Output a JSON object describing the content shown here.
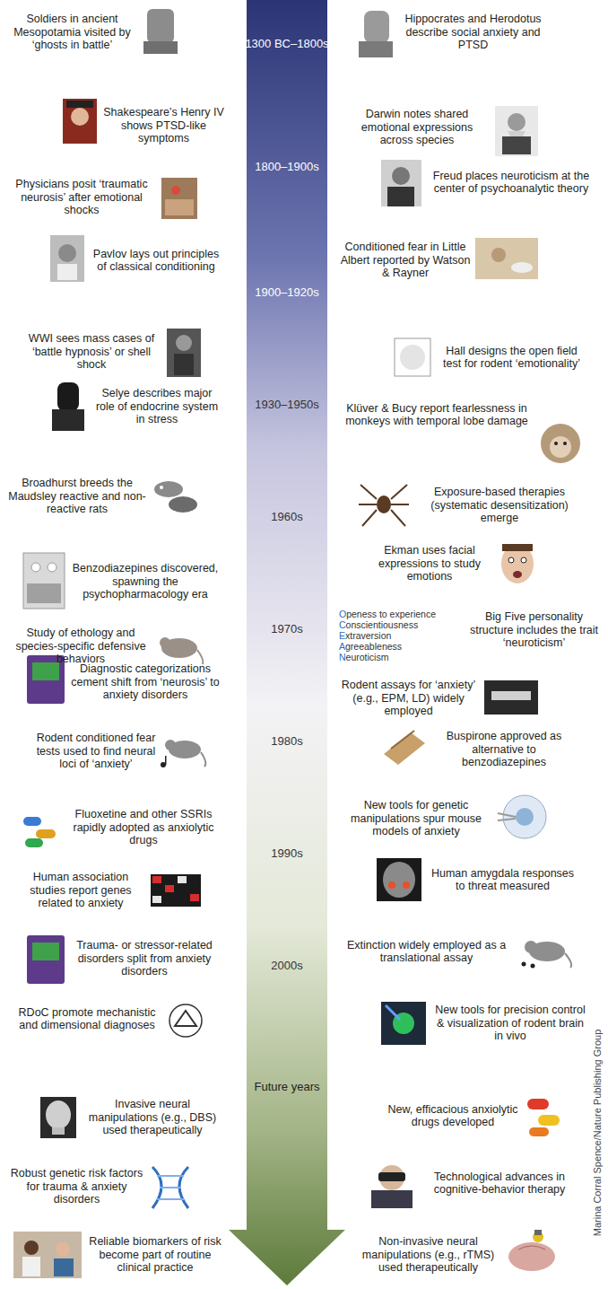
{
  "diagram": {
    "nodes": [
      {
        "text": [
          "1300 BC–1800s",
          "1800–1900s",
          "1900–1920s",
          "1930–1950s",
          "1960s",
          "1970s",
          "1980s",
          "1990s",
          "2000s",
          "Future years"
        ]
      }
    ],
    "labels": [
      "Soldiers in ancient Mesopotamia visited by ‘ghosts in battle’",
      "Hippocrates and Herodotus describe social anxiety and PTSD",
      "Shakespeare’s Henry IV shows PTSD-like symptoms",
      "Darwin notes shared emotional expressions across species",
      "Physicians posit ‘traumatic neurosis’ after emotional shocks",
      "Freud places neuroticism at the center of psychoanalytic theory",
      "Pavlov lays out principles of classical conditioning",
      "Conditioned fear in Little Albert reported by Watson & Rayner",
      "WWI sees mass cases of ‘battle hypnosis’ or shell shock",
      "Hall designs the open field test for rodent ‘emotionality’",
      "Selye describes major role of endocrine system in stress",
      "Klüver & Bucy report fearlessness in monkeys with temporal lobe damage",
      "Broadhurst breeds the Maudsley reactive and non-reactive rats",
      "Exposure-based therapies (systematic desensitization) emerge",
      "Benzodiazepines discovered, spawning the psychopharmacology era",
      "Ekman uses facial expressions to study emotions",
      "Study of ethology and species-specific defensive behaviors",
      "Openess to experience",
      "Conscientiousness",
      "Extraversion",
      "Agreeableness",
      "Neuroticism",
      "Big Five personality structure includes the trait ‘neuroticism’",
      "Diagnostic categorizations cement shift from ‘neurosis’ to anxiety disorders",
      "Rodent assays for ‘anxiety’ (e.g., EPM, LD) widely employed",
      "Rodent conditioned fear tests used to find neural loci of ‘anxiety’",
      "Buspirone approved as alternative to benzodiazepines",
      "Fluoxetine and other SSRIs rapidly adopted as anxiolytic drugs",
      "New tools for genetic manipulations spur mouse models of anxiety",
      "Human association studies report genes related to anxiety",
      "Human amygdala responses to threat measured",
      "Trauma- or stressor-related disorders split from anxiety disorders",
      "Extinction widely employed as a translational assay",
      "RDoC promote mechanistic and dimensional diagnoses",
      "New tools for precision control & visualization of rodent brain in vivo",
      "Invasive neural manipulations (e.g., DBS) used therapeutically",
      "New, efficacious anxiolytic drugs developed",
      "Robust genetic risk factors for trauma & anxiety disorders",
      "Technological advances in cognitive-behavior therapy",
      "Reliable biomarkers of risk become part of routine clinical practice",
      "Non-invasive neural manipulations (e.g., rTMS) used therapeutically",
      "Marina Corral Spence/Nature Publishing Group"
    ]
  }
}
